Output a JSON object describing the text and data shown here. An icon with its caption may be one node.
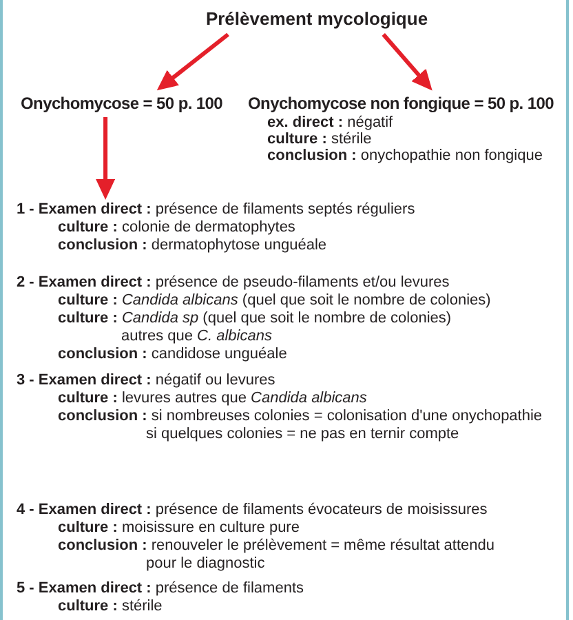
{
  "diagram": {
    "nodes": [
      {
        "text": [
          "Prélèvement mycologique"
        ]
      },
      {
        "text": [
          "Onychomycose = 50 p. 100"
        ]
      },
      {
        "text": [
          "Onychomycose non fongique = 50 p. 100",
          "**ex. direct :** négatif",
          "**culture :** stérile",
          "**conclusion :** onychopathie non fongique"
        ]
      },
      {
        "text": [
          "**1 - Examen direct :** présence de filaments septés réguliers",
          "**culture :** colonie de dermatophytes",
          "**conclusion :** dermatophytose unguéale"
        ]
      },
      {
        "text": [
          "**2 - Examen direct :** présence de pseudo-filaments et/ou levures",
          "**culture :** *Candida albicans* (quel que soit le nombre de colonies)",
          "**culture :** *Candida sp* (quel que soit le nombre de colonies)",
          "autres que *C. albicans*",
          "**conclusion :** candidose unguéale"
        ]
      },
      {
        "text": [
          "**3 - Examen direct :** négatif ou levures",
          "**culture :** levures autres que *Candida albicans*",
          "**conclusion :** si nombreuses colonies = colonisation d'une onychopathie",
          "si quelques colonies = ne pas en ternir compte"
        ]
      },
      {
        "text": [
          "**4 - Examen direct :** présence de filaments évocateurs de moisissures",
          "**culture :** moisissure en culture pure",
          "**conclusion :** renouveler le prélèvement = même résultat attendu",
          "pour le diagnostic"
        ]
      },
      {
        "text": [
          "**5 - Examen direct :** présence de filaments",
          "**culture :** stérile"
        ]
      }
    ],
    "edges": [
      {
        "from": 0,
        "to": 1,
        "arrow": "to"
      },
      {
        "from": 0,
        "to": 2,
        "arrow": "to"
      },
      {
        "from": 1,
        "to": 3,
        "arrow": "to"
      }
    ]
  }
}
